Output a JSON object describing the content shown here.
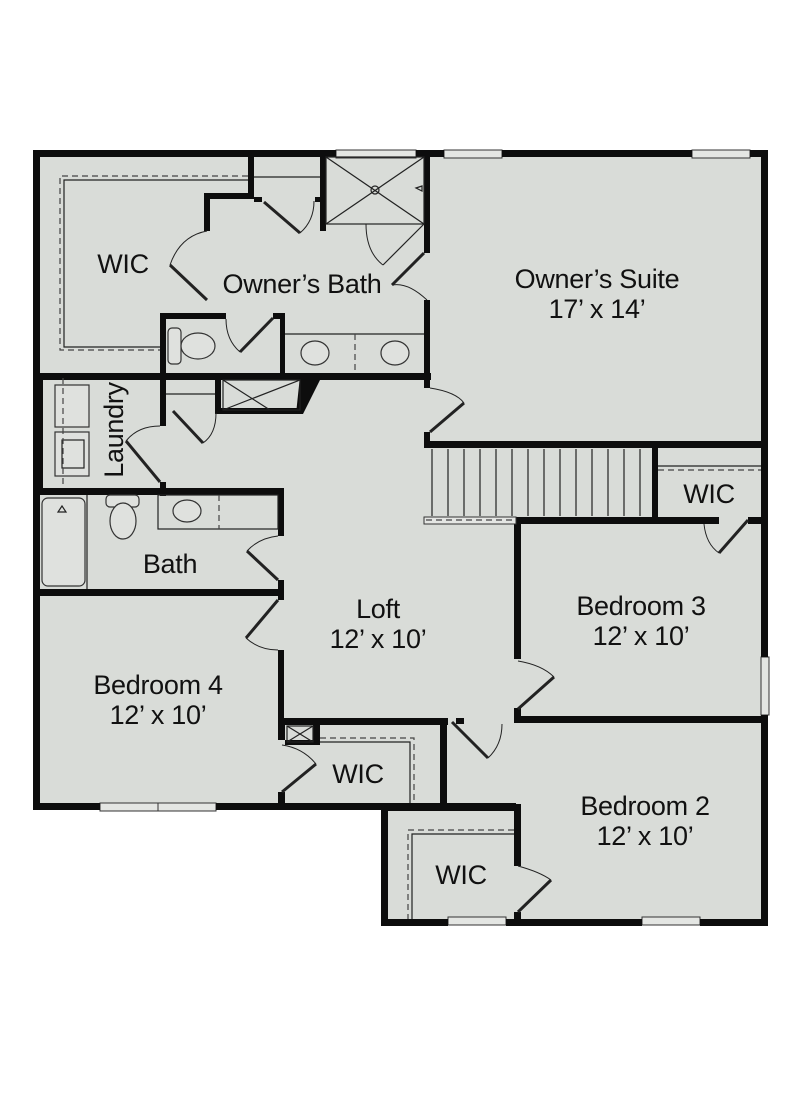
{
  "floorplan": {
    "colors": {
      "floor": "#d9dcd8",
      "wall": "#0d0d0d",
      "background": "#ffffff"
    },
    "rooms": [
      {
        "id": "wic-owner",
        "name": "WIC",
        "dimensions": null
      },
      {
        "id": "owners-bath",
        "name": "Owner’s Bath",
        "dimensions": null
      },
      {
        "id": "owners-suite",
        "name": "Owner’s Suite",
        "dimensions": "17’ x 14’"
      },
      {
        "id": "laundry",
        "name": "Laundry",
        "dimensions": null
      },
      {
        "id": "bath",
        "name": "Bath",
        "dimensions": null
      },
      {
        "id": "wic-bed3",
        "name": "WIC",
        "dimensions": null
      },
      {
        "id": "bedroom-3",
        "name": "Bedroom 3",
        "dimensions": "12’ x 10’"
      },
      {
        "id": "loft",
        "name": "Loft",
        "dimensions": "12’ x 10’"
      },
      {
        "id": "bedroom-4",
        "name": "Bedroom 4",
        "dimensions": "12’ x 10’"
      },
      {
        "id": "wic-bed4",
        "name": "WIC",
        "dimensions": null
      },
      {
        "id": "bedroom-2",
        "name": "Bedroom 2",
        "dimensions": "12’ x 10’"
      },
      {
        "id": "wic-bed2",
        "name": "WIC",
        "dimensions": null
      }
    ]
  }
}
